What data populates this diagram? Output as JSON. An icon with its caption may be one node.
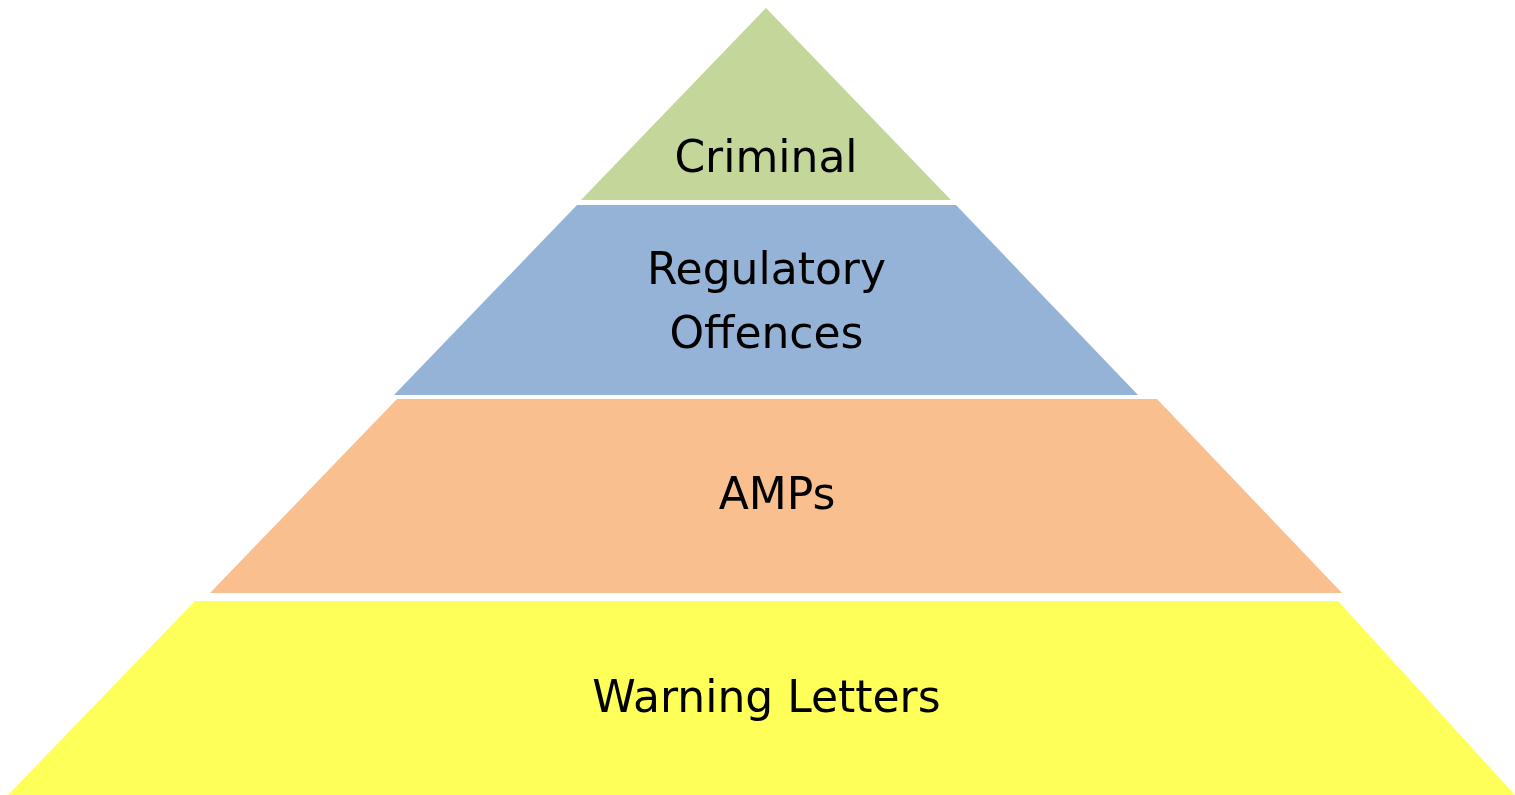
{
  "diagram": {
    "nodes": [
      {
        "text": [
          "Criminal"
        ]
      },
      {
        "text": [
          "Regulatory Offences"
        ]
      },
      {
        "text": [
          "AMPs"
        ]
      },
      {
        "text": [
          "Warning Letters"
        ]
      }
    ]
  }
}
